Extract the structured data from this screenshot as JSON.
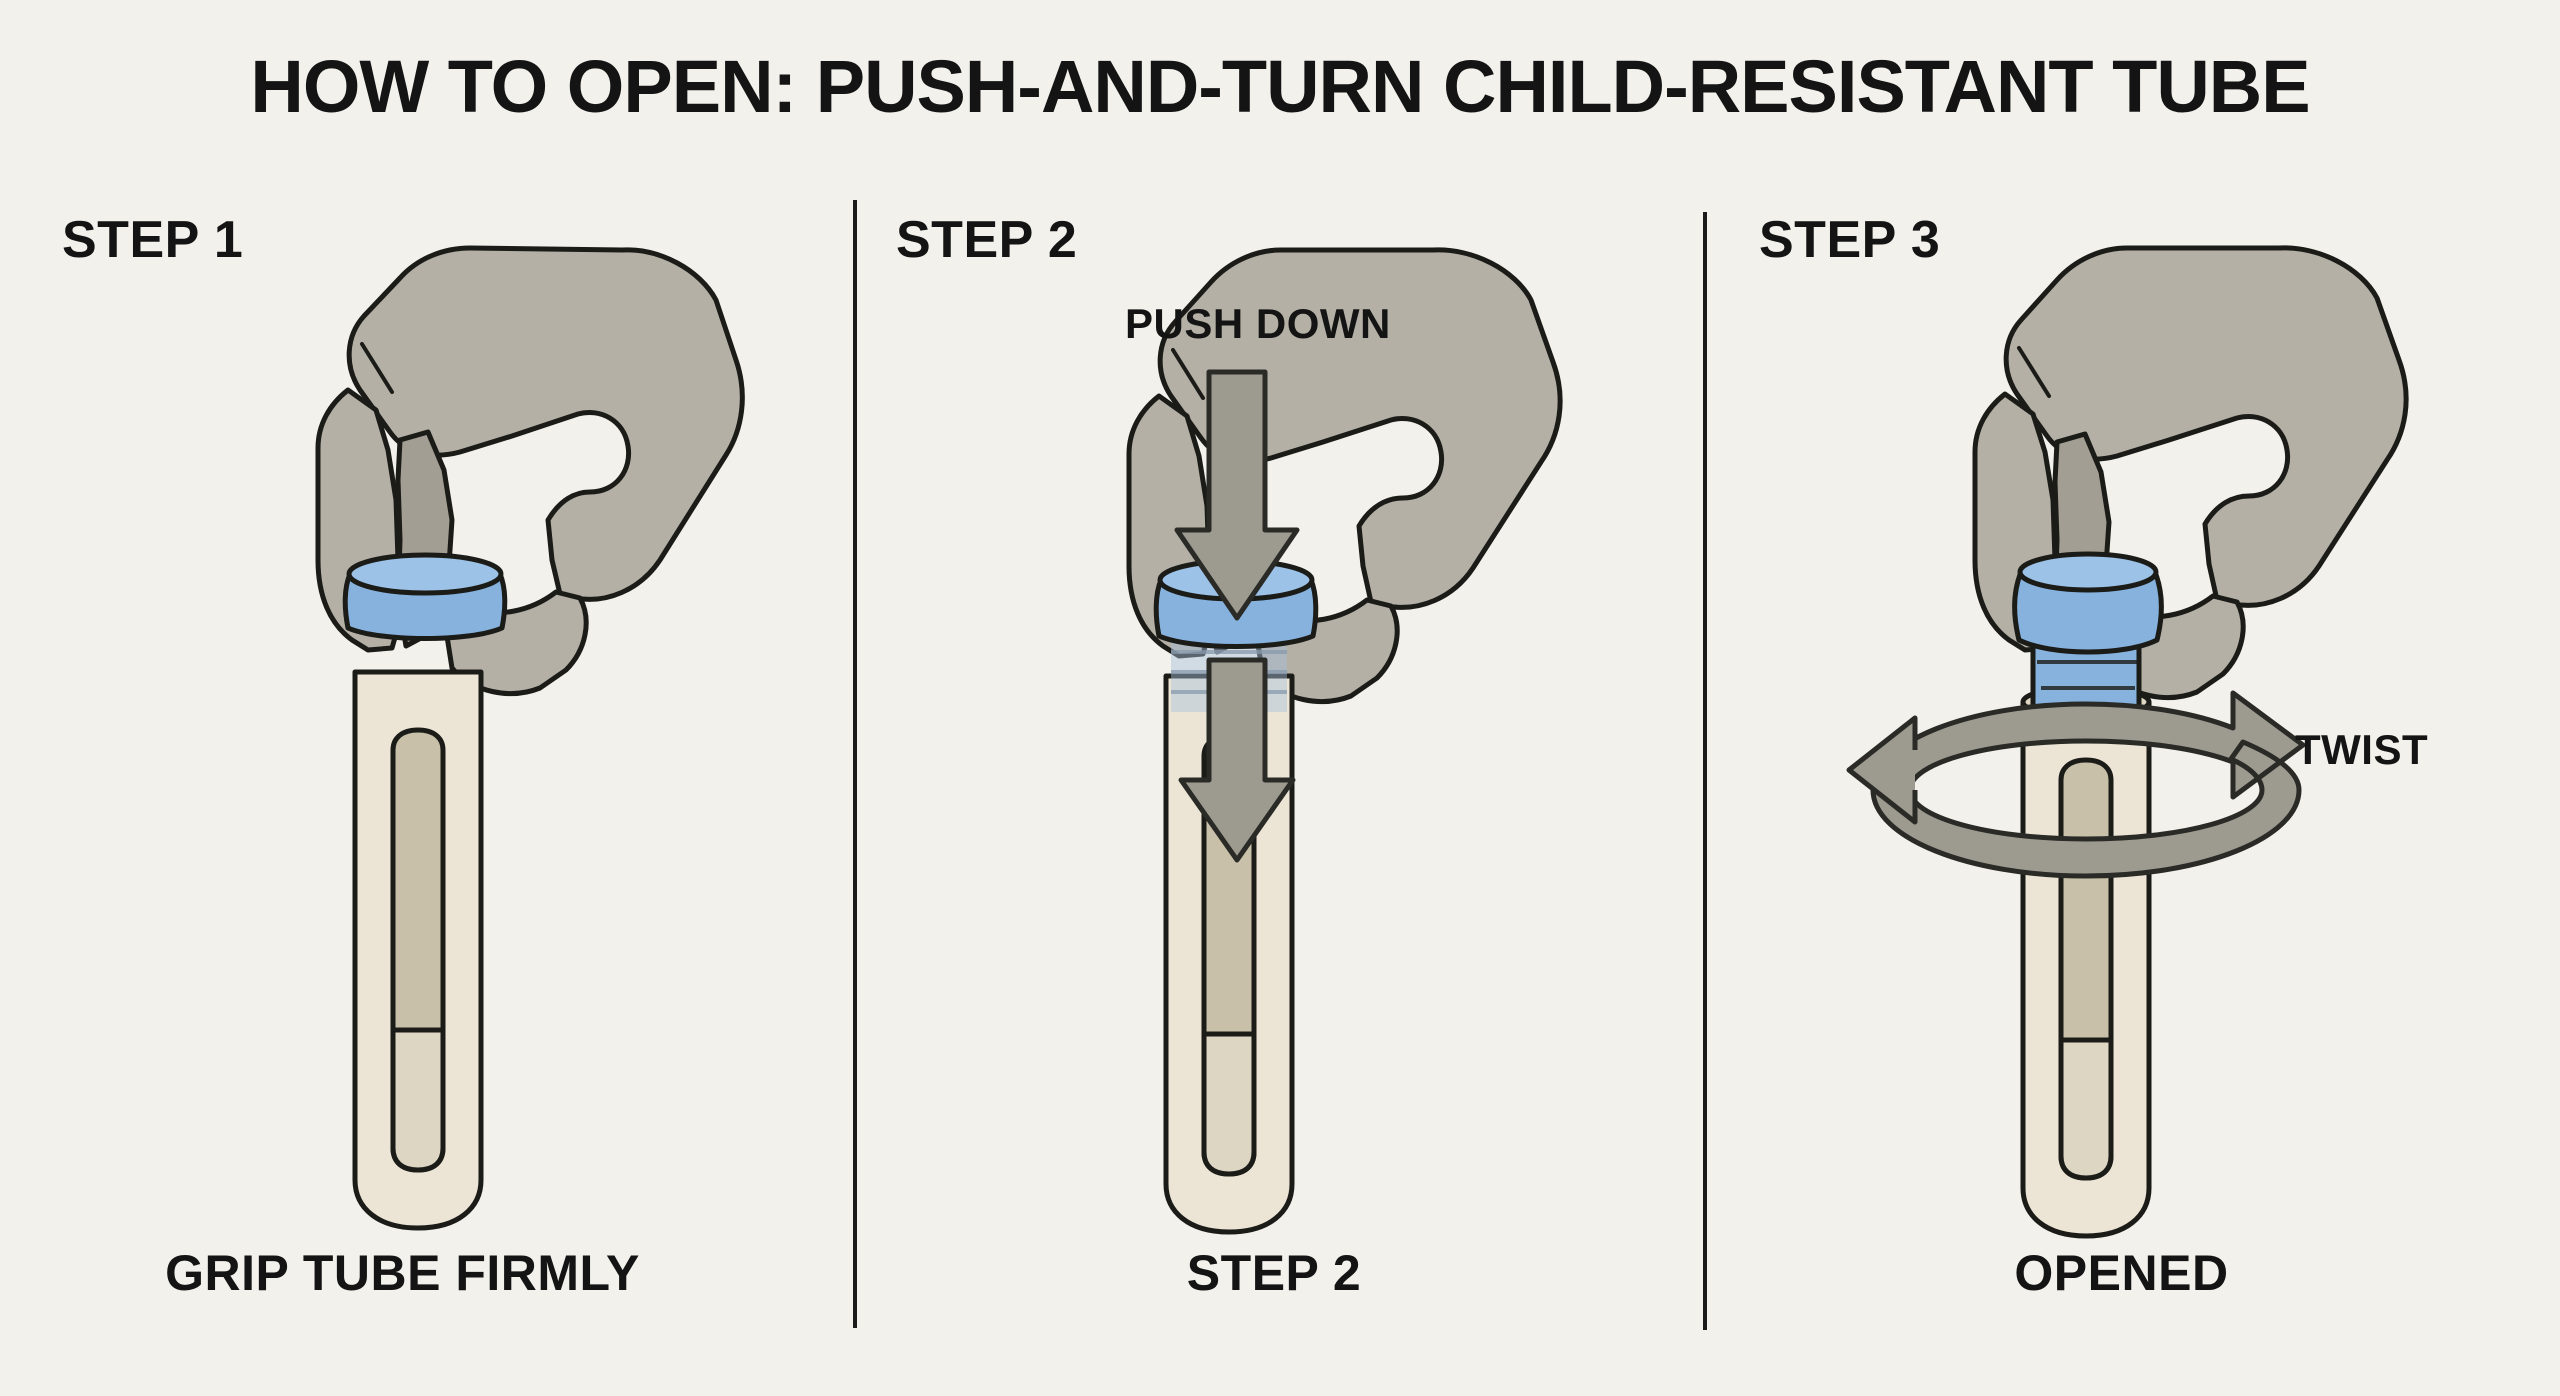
{
  "header": {
    "title": "HOW TO OPEN: PUSH-AND-TURN CHILD-RESISTANT TUBE"
  },
  "colors": {
    "background": "#f2f1ec",
    "ink": "#141414",
    "outline": "#1b1b18",
    "hand_fill": "#b4b0a6",
    "hand_shadow": "#a39e93",
    "cap_blue": "#86b2dd",
    "cap_blue_top": "#9cc2e8",
    "cap_blue_dark": "#6f9fd0",
    "tube_cream": "#ece5d5",
    "tube_inner": "#c8c0a9",
    "tube_inner_light": "#ddd6c2",
    "arrow_gray": "#9d9a90",
    "arrow_gray_light": "#adaaa0",
    "divider": "#1a1a1a"
  },
  "panels": [
    {
      "id": "panel-1",
      "step_label": "STEP 1",
      "caption": "GRIP TUBE FIRMLY",
      "annotation": null,
      "state": "capped-gripped"
    },
    {
      "id": "panel-2",
      "step_label": "STEP 2",
      "caption": "STEP 2",
      "annotation": "PUSH DOWN",
      "state": "pushed-down"
    },
    {
      "id": "panel-3",
      "step_label": "STEP 3",
      "caption": "OPENED",
      "annotation": "TWIST",
      "state": "twisted-open"
    }
  ]
}
